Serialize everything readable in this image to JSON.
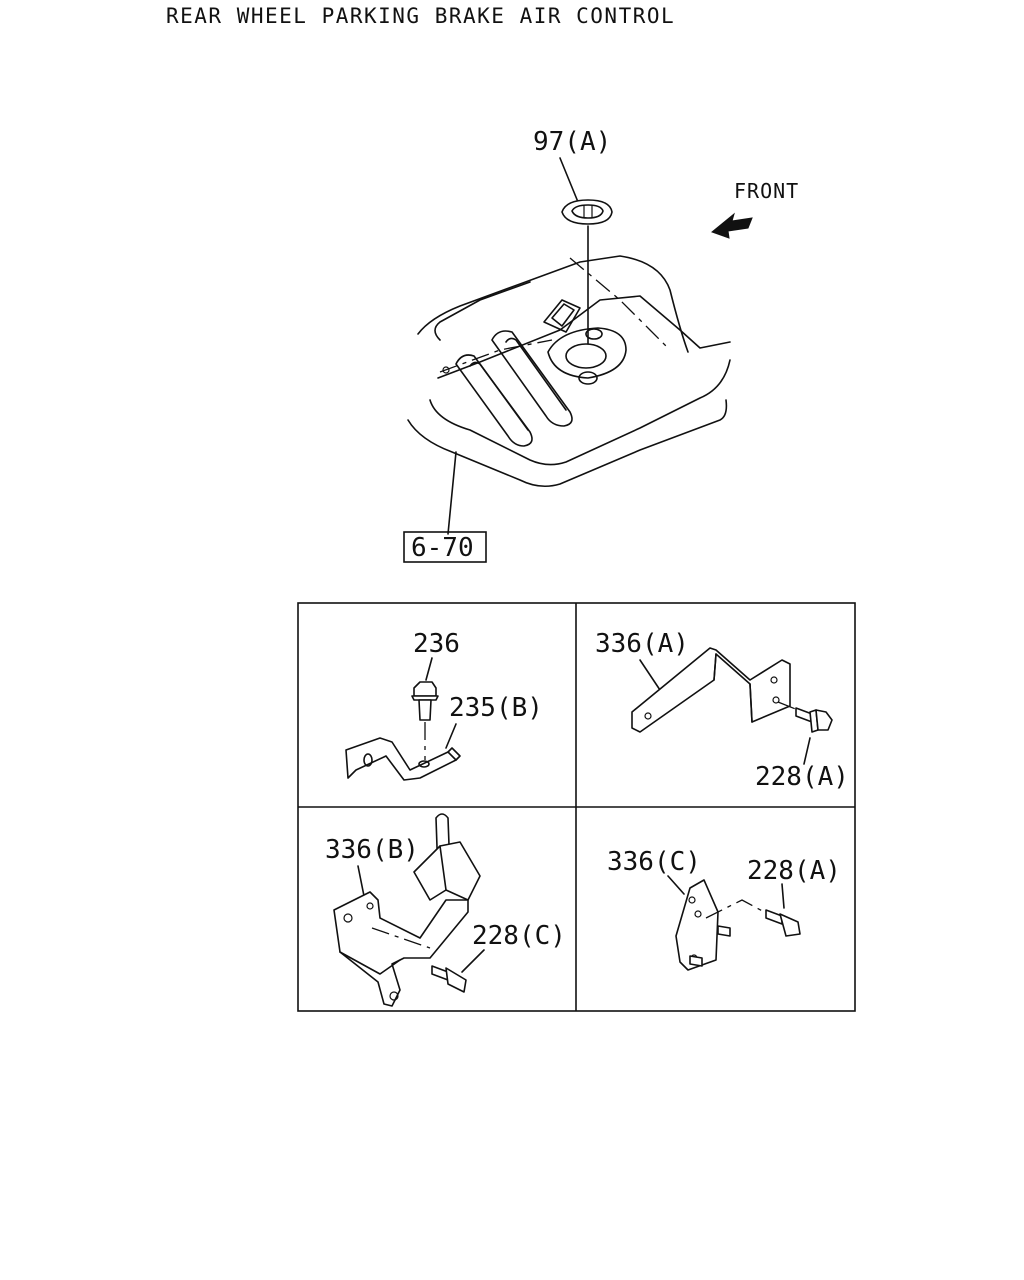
{
  "title": "REAR WHEEL PARKING BRAKE AIR CONTROL",
  "direction_label": "FRONT",
  "callouts": {
    "grommet": "97(A)",
    "floor_ref": "6-70",
    "bolt_236": "236",
    "bracket_235b": "235(B)",
    "bracket_336a": "336(A)",
    "bolt_228a_1": "228(A)",
    "bracket_336b": "336(B)",
    "bolt_228c": "228(C)",
    "bracket_336c": "336(C)",
    "bolt_228a_2": "228(A)"
  }
}
